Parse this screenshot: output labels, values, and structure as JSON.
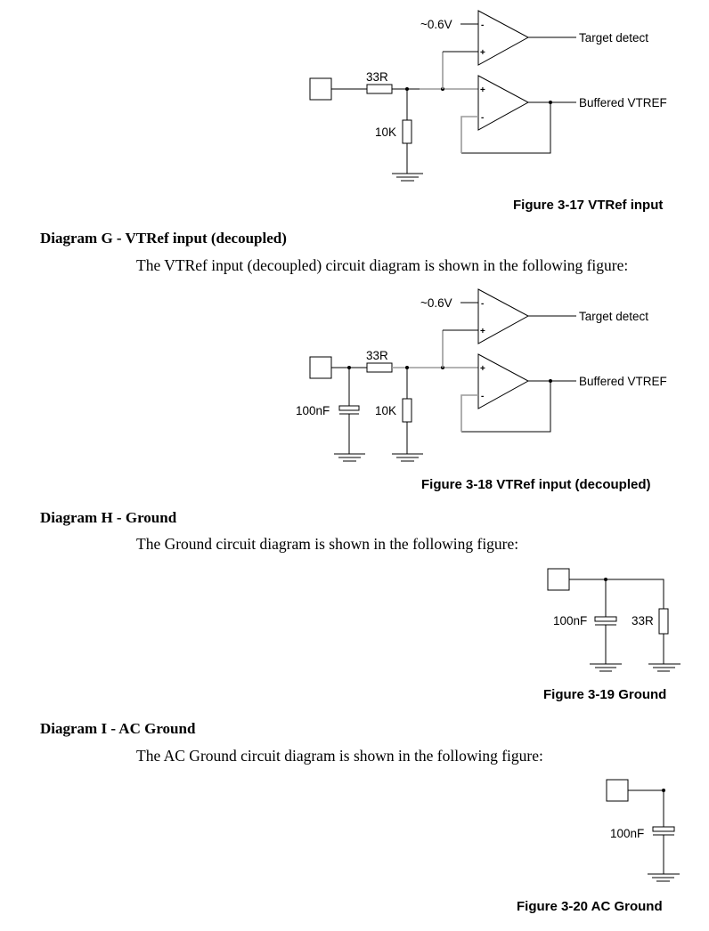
{
  "figures": [
    {
      "id": "3-17",
      "caption": "Figure 3-17 VTRef input",
      "labels": {
        "threshold": "~0.6V",
        "series_resistor": "33R",
        "pulldown_resistor": "10K",
        "output_top": "Target detect",
        "output_bottom": "Buffered VTREF",
        "minus": "-",
        "plus": "+"
      }
    },
    {
      "id": "3-18",
      "caption": "Figure 3-18 VTRef input (decoupled)",
      "labels": {
        "threshold": "~0.6V",
        "series_resistor": "33R",
        "pulldown_resistor": "10K",
        "capacitor": "100nF",
        "output_top": "Target detect",
        "output_bottom": "Buffered VTREF",
        "minus": "-",
        "plus": "+"
      }
    },
    {
      "id": "3-19",
      "caption": "Figure 3-19 Ground",
      "labels": {
        "capacitor": "100nF",
        "resistor": "33R"
      }
    },
    {
      "id": "3-20",
      "caption": "Figure 3-20 AC Ground",
      "labels": {
        "capacitor": "100nF"
      }
    }
  ],
  "sections": [
    {
      "heading": "Diagram G - VTRef input (decoupled)",
      "text": "The VTRef input (decoupled) circuit diagram is shown in the following figure:"
    },
    {
      "heading": "Diagram H - Ground",
      "text": "The Ground circuit diagram is shown in the following figure:"
    },
    {
      "heading": "Diagram I - AC Ground",
      "text": "The AC Ground circuit diagram is shown in the following figure:"
    }
  ]
}
